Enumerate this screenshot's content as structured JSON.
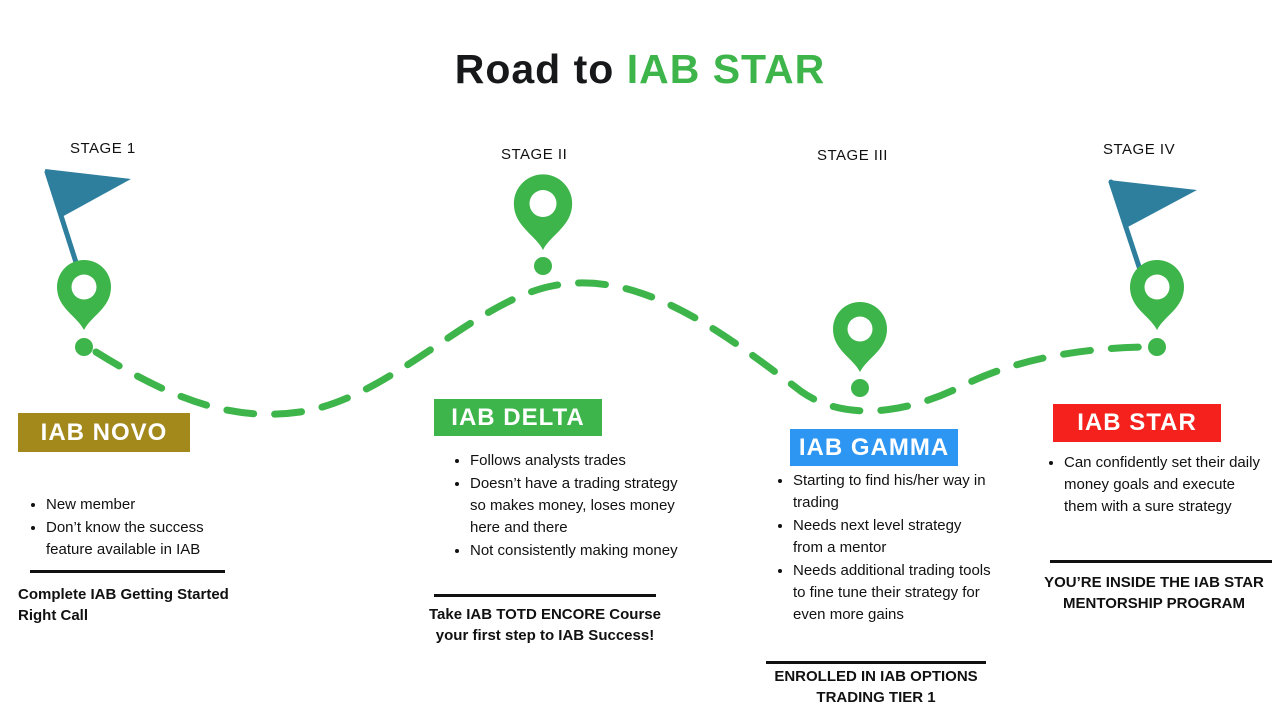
{
  "title": {
    "prefix": "Road to ",
    "highlight": "IAB STAR"
  },
  "colors": {
    "path_green": "#3db54a",
    "teal": "#2e7f9e",
    "text": "#1a1a1a"
  },
  "stages": [
    {
      "label": "STAGE 1",
      "banner": "IAB NOVO",
      "banner_color": "#a3881c",
      "bullets": [
        "New member",
        "Don’t know the success feature available in IAB"
      ],
      "footer": "Complete IAB Getting Started Right Call"
    },
    {
      "label": "STAGE II",
      "banner": "IAB DELTA",
      "banner_color": "#3db54a",
      "bullets": [
        "Follows analysts trades",
        "Doesn’t have a trading strategy so makes money, loses money here and there",
        "Not consistently making money"
      ],
      "footer": "Take IAB TOTD ENCORE Course your first step to IAB Success!"
    },
    {
      "label": "STAGE III",
      "banner": "IAB GAMMA",
      "banner_color": "#2d96f2",
      "bullets": [
        "Starting to find his/her way in trading",
        "Needs next level strategy from a mentor",
        "Needs additional trading tools to fine tune their strategy for even more gains"
      ],
      "footer": "ENROLLED IN IAB OPTIONS TRADING TIER 1"
    },
    {
      "label": "STAGE IV",
      "banner": "IAB STAR",
      "banner_color": "#f5211d",
      "bullets": [
        "Can confidently set their daily money goals and execute them with a sure strategy"
      ],
      "footer": "YOU’RE INSIDE THE IAB STAR MENTORSHIP PROGRAM"
    }
  ]
}
